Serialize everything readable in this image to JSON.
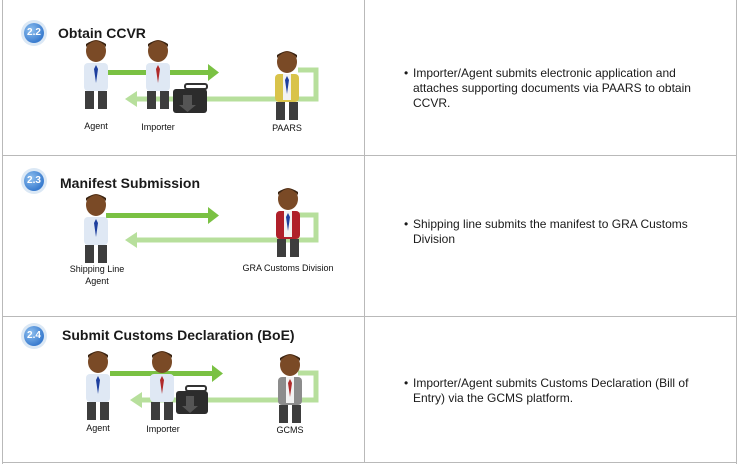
{
  "steps": [
    {
      "number": "2.2",
      "title": "Obtain CCVR",
      "actors": [
        "Agent",
        "Importer",
        "PAARS"
      ],
      "description": "Importer/Agent submits electronic application and attaches supporting documents via PAARS to obtain CCVR."
    },
    {
      "number": "2.3",
      "title": "Manifest Submission",
      "actors": [
        "Shipping Line Agent",
        "GRA Customs Division"
      ],
      "description": "Shipping line submits the manifest to GRA Customs Division"
    },
    {
      "number": "2.4",
      "title": "Submit Customs Declaration (BoE)",
      "actors": [
        "Agent",
        "Importer",
        "GCMS"
      ],
      "description": "Importer/Agent submits Customs Declaration (Bill of Entry) via the GCMS platform."
    }
  ],
  "bullet": "•",
  "colors": {
    "arrow_forward": "#7ac143",
    "arrow_return": "#b7df9c",
    "badge": "#3a7ccf",
    "border": "#b9b9b9"
  }
}
